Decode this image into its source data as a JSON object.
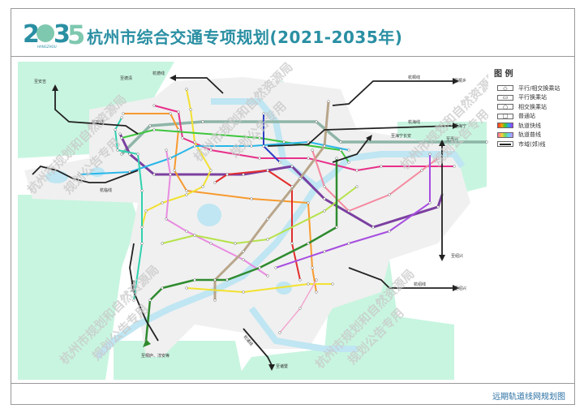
{
  "header": {
    "logo_text": "2035",
    "logo_sub": "HANGZHOU",
    "title": "杭州市综合交通专项规划(2021-2035年)"
  },
  "legend": {
    "title": "图 例",
    "items": [
      {
        "label": "平行/相交换乘站",
        "icon": "parallel-cross-interchange"
      },
      {
        "label": "平行换乘站",
        "icon": "parallel-interchange"
      },
      {
        "label": "相交换乘站",
        "icon": "cross-interchange"
      },
      {
        "label": "普通站",
        "icon": "normal-station"
      },
      {
        "label": "轨道快线",
        "icon": "express-line"
      },
      {
        "label": "轨道普线",
        "icon": "regular-line"
      },
      {
        "label": "市域(郊)线",
        "icon": "suburban-line"
      }
    ]
  },
  "corridors": {
    "to_anji": "至安吉",
    "to_deqing": "至德清",
    "hangde": "杭德线",
    "hangan": "杭安线",
    "hanglin": "杭临线",
    "to_tongxiang": "至桐乡",
    "hangtong": "杭桐线",
    "hanghai": "杭海线",
    "to_haining": "至海宁",
    "to_haining_changan": "至海宁长安",
    "to_jiaxing": "至嘉兴",
    "to_shaoxing_1": "至绍兴",
    "hangshao": "杭绍线",
    "to_shaoxing_2": "至绍兴",
    "hangfu": "杭富线",
    "to_tonglu": "至桐庐、淳安等",
    "hangzhu": "杭诸线",
    "to_zhuji": "至诸暨"
  },
  "watermark": {
    "line1": "杭州市规划和自然资源局",
    "line2": "规划公告专用"
  },
  "footer": {
    "caption": "远期轨道线网规划图"
  },
  "colors": {
    "title": "#2a8fa3",
    "green_area": "#c8f5e0",
    "urban": "#f0f0f0",
    "river": "#bfe6f2",
    "suburban": "#222222"
  }
}
